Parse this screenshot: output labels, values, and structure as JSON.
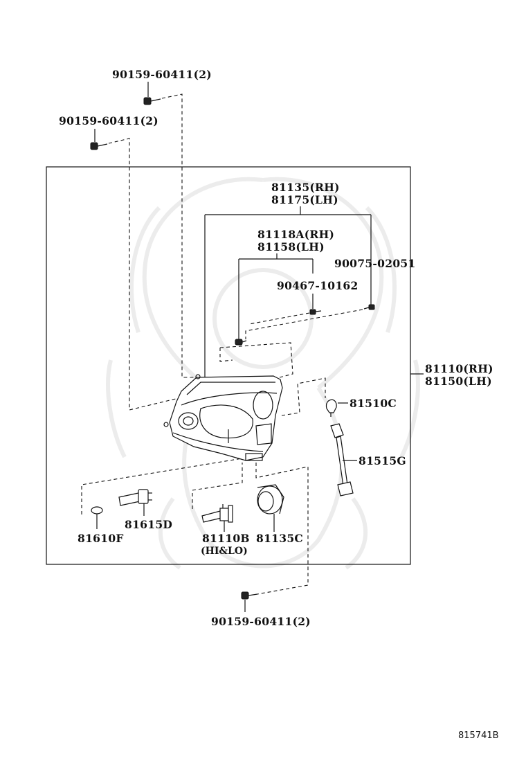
{
  "parts": {
    "bolt_top": "90159-60411(2)",
    "bolt_left": "90159-60411(2)",
    "unit_rh": "81135(RH)",
    "unit_lh": "81175(LH)",
    "adjuster_rh": "81118A(RH)",
    "adjuster_lh": "81158(LH)",
    "screw_a": "90075-02051",
    "screw_b": "90467-10162",
    "assy_rh": "81110(RH)",
    "assy_lh": "81150(LH)",
    "bulb_turn": "81510C",
    "socket_turn": "81515G",
    "bulb_pos": "81610F",
    "socket_pos": "81615D",
    "bulb_head": "81110B",
    "bulb_head_note": "(HI&LO)",
    "cover": "81135C",
    "bolt_bottom": "90159-60411(2)"
  },
  "diagram_id": "815741B"
}
